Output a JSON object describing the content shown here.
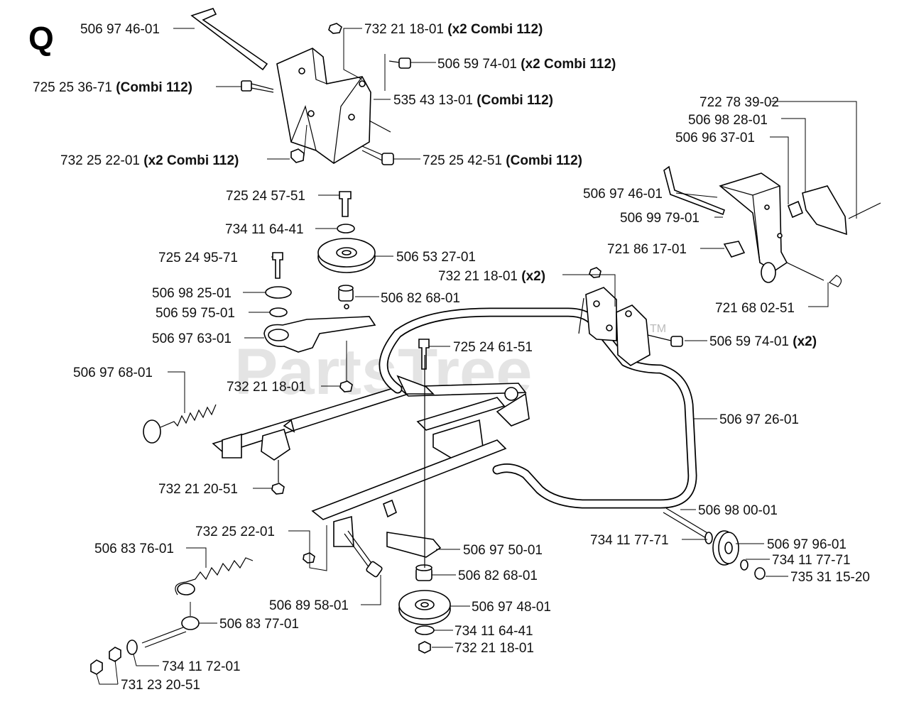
{
  "diagram": {
    "section_letter": "Q",
    "watermark": "PartsTree",
    "trademark": "TM",
    "labels": [
      {
        "id": "l1",
        "num": "506 97 46-01",
        "note": ""
      },
      {
        "id": "l2",
        "num": "732 21 18-01",
        "note": "(x2 Combi 112)"
      },
      {
        "id": "l3",
        "num": "506 59 74-01",
        "note": "(x2 Combi 112)"
      },
      {
        "id": "l4",
        "num": "725 25 36-71",
        "note": "(Combi 112)"
      },
      {
        "id": "l5",
        "num": "535 43 13-01",
        "note": "(Combi 112)"
      },
      {
        "id": "l6",
        "num": "732 25 22-01",
        "note": "(x2 Combi 112)"
      },
      {
        "id": "l7",
        "num": "725 25 42-51",
        "note": "(Combi 112)"
      },
      {
        "id": "l8",
        "num": "722 78 39-02",
        "note": ""
      },
      {
        "id": "l9",
        "num": "506 98 28-01",
        "note": ""
      },
      {
        "id": "l10",
        "num": "506 96 37-01",
        "note": ""
      },
      {
        "id": "l11",
        "num": "506 97 46-01",
        "note": ""
      },
      {
        "id": "l12",
        "num": "506 99 79-01",
        "note": ""
      },
      {
        "id": "l13",
        "num": "721 86 17-01",
        "note": ""
      },
      {
        "id": "l14",
        "num": "721 68 02-51",
        "note": ""
      },
      {
        "id": "l15",
        "num": "725 24 57-51",
        "note": ""
      },
      {
        "id": "l16",
        "num": "734 11 64-41",
        "note": ""
      },
      {
        "id": "l17",
        "num": "506 53 27-01",
        "note": ""
      },
      {
        "id": "l18",
        "num": "725 24 95-71",
        "note": ""
      },
      {
        "id": "l19",
        "num": "732 21 18-01",
        "note": "(x2)"
      },
      {
        "id": "l20",
        "num": "506 82 68-01",
        "note": ""
      },
      {
        "id": "l21",
        "num": "506 98 25-01",
        "note": ""
      },
      {
        "id": "l22",
        "num": "506 59 75-01",
        "note": ""
      },
      {
        "id": "l23",
        "num": "506 97 63-01",
        "note": ""
      },
      {
        "id": "l24",
        "num": "725 24 61-51",
        "note": ""
      },
      {
        "id": "l25",
        "num": "506 59 74-01",
        "note": "(x2)"
      },
      {
        "id": "l26",
        "num": "506 97 68-01",
        "note": ""
      },
      {
        "id": "l27",
        "num": "732 21 18-01",
        "note": ""
      },
      {
        "id": "l28",
        "num": "506 97 26-01",
        "note": ""
      },
      {
        "id": "l29",
        "num": "732 21 20-51",
        "note": ""
      },
      {
        "id": "l30",
        "num": "506 98 00-01",
        "note": ""
      },
      {
        "id": "l31",
        "num": "732 25 22-01",
        "note": ""
      },
      {
        "id": "l32",
        "num": "734 11 77-71",
        "note": ""
      },
      {
        "id": "l33",
        "num": "506 97 96-01",
        "note": ""
      },
      {
        "id": "l34",
        "num": "506 83 76-01",
        "note": ""
      },
      {
        "id": "l35",
        "num": "506 97 50-01",
        "note": ""
      },
      {
        "id": "l36",
        "num": "734 11 77-71",
        "note": ""
      },
      {
        "id": "l37",
        "num": "735 31 15-20",
        "note": ""
      },
      {
        "id": "l38",
        "num": "506 82 68-01",
        "note": ""
      },
      {
        "id": "l39",
        "num": "506 89 58-01",
        "note": ""
      },
      {
        "id": "l40",
        "num": "506 97 48-01",
        "note": ""
      },
      {
        "id": "l41",
        "num": "506 83 77-01",
        "note": ""
      },
      {
        "id": "l42",
        "num": "734 11 64-41",
        "note": ""
      },
      {
        "id": "l43",
        "num": "734 11 72-01",
        "note": ""
      },
      {
        "id": "l44",
        "num": "732 21 18-01",
        "note": ""
      },
      {
        "id": "l45",
        "num": "731 23 20-51",
        "note": ""
      }
    ]
  }
}
